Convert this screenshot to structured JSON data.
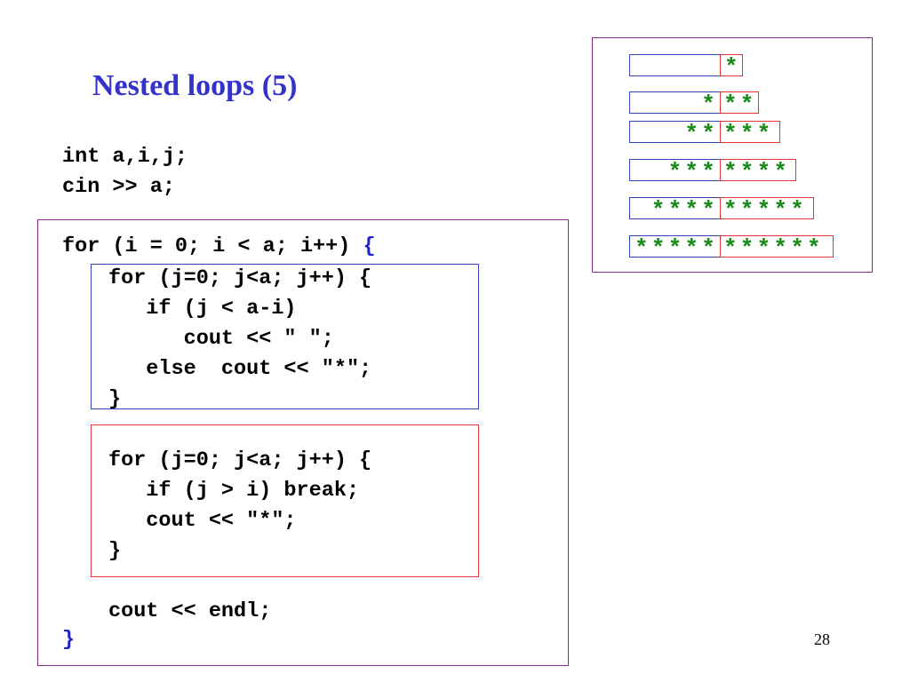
{
  "slide": {
    "title": "Nested loops (5)",
    "page_number": "28"
  },
  "code": {
    "decl_1": "int a,i,j;",
    "decl_2": "cin >> a;",
    "outer_for": "for (i = 0; i < a; i++) ",
    "outer_open_brace": "{",
    "loop1_line1": "for (j=0; j<a; j++) {",
    "loop1_line2": "   if (j < a-i)",
    "loop1_line3": "      cout << \" \";",
    "loop1_line4": "   else  cout << \"*\";",
    "loop1_line5": "}",
    "loop2_line1": "for (j=0; j<a; j++) {",
    "loop2_line2": "   if (j > i) break;",
    "loop2_line3": "   cout << \"*\";",
    "loop2_line4": "}",
    "endl_line": "cout << endl;",
    "outer_close_brace": "}"
  },
  "diagram": {
    "rows": [
      {
        "left_stars": "",
        "right_stars": "*"
      },
      {
        "left_stars": "*",
        "right_stars": "**"
      },
      {
        "left_stars": "**",
        "right_stars": "***"
      },
      {
        "left_stars": "***",
        "right_stars": "****"
      },
      {
        "left_stars": "****",
        "right_stars": "*****"
      },
      {
        "left_stars": "*****",
        "right_stars": "******"
      }
    ]
  },
  "colors": {
    "title": "#3333cc",
    "outer_border": "#8b2c8b",
    "blue_border": "#3344bb",
    "red_border": "#dd3333",
    "stars": "#1a8a1a"
  }
}
